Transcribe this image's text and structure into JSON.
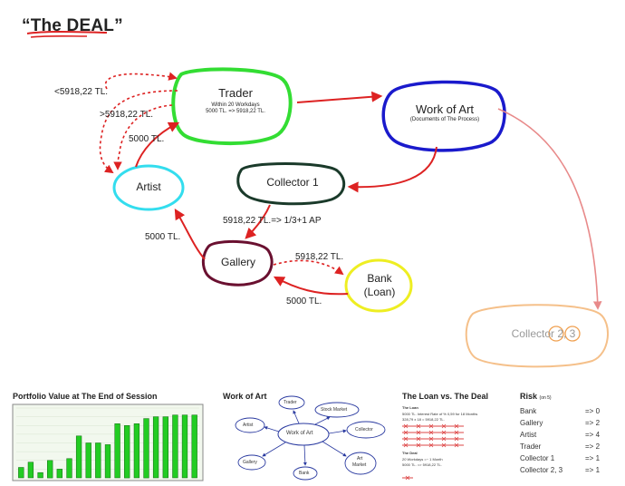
{
  "title": "“The DEAL”",
  "nodes": {
    "trader": {
      "label": "Trader",
      "sub1": "Within 20 Workdays",
      "sub2": "5000 TL. => 5918,22 TL."
    },
    "work_of_art": {
      "label": "Work of Art",
      "sub": "(Documents of The Process)"
    },
    "artist": {
      "label": "Artist"
    },
    "collector1": {
      "label": "Collector 1"
    },
    "gallery": {
      "label": "Gallery"
    },
    "bank": {
      "label1": "Bank",
      "label2": "(Loan)"
    },
    "collector23": {
      "label": "Collector 2, 3"
    }
  },
  "flow_labels": {
    "l1": "<5918,22 TL.",
    "l2": ">5918,22 TL.",
    "l3": "5000 TL.",
    "l4": "5918,22 TL.=> 1/3+1 AP",
    "l5": "5000 TL.",
    "l6": "5918,22 TL.",
    "l7": "5000 TL."
  },
  "colors": {
    "trader": "#33dd33",
    "work_of_art": "#1a1acc",
    "artist": "#33ddee",
    "collector1": "#1a3a2a",
    "gallery": "#6a1030",
    "bank": "#eeee22",
    "collector23": "#f5c08a",
    "arrow": "#dd2222"
  },
  "bottom": {
    "portfolio_title": "Portfolio Value at The End of Session",
    "workofart_title": "Work of Art",
    "mini_nodes": {
      "trader": "Trader",
      "stock": "Stock Market",
      "artist": "Artist",
      "collector": "Collector",
      "center": "Work of Art",
      "gallery": "Gallery",
      "bank": "Bank",
      "art_market1": "Art",
      "art_market2": "Market"
    },
    "loan_title": "The Loan vs. The Deal",
    "loan_heading": "The Loan",
    "loan_line1": "5000 TL. Interest Rate of % 0,59 for 18 Months",
    "loan_line2": "328,79 x 18 = 5918,22 TL.",
    "deal_heading": "The Deal",
    "deal_line1": "20 Workdays =~ 1 Month",
    "deal_line2": "5000 TL. => 5918,22 TL.",
    "risk_title": "Risk",
    "risk_sub": "(on 5)",
    "risk": [
      {
        "name": "Bank",
        "value": "=> 0"
      },
      {
        "name": "Gallery",
        "value": "=> 2"
      },
      {
        "name": "Artist",
        "value": "=> 4"
      },
      {
        "name": "Trader",
        "value": "=> 2"
      },
      {
        "name": "Collector 1",
        "value": "=> 1"
      },
      {
        "name": "Collector 2, 3",
        "value": "=> 1"
      }
    ]
  },
  "chart_data": {
    "type": "bar",
    "title": "Portfolio Value at The End of Session",
    "values": [
      12,
      18,
      6,
      20,
      10,
      22,
      48,
      40,
      40,
      38,
      62,
      60,
      62,
      68,
      70,
      70,
      72,
      72,
      72
    ],
    "ylim": [
      0,
      80
    ],
    "grid": true,
    "color": "#22cc22"
  }
}
